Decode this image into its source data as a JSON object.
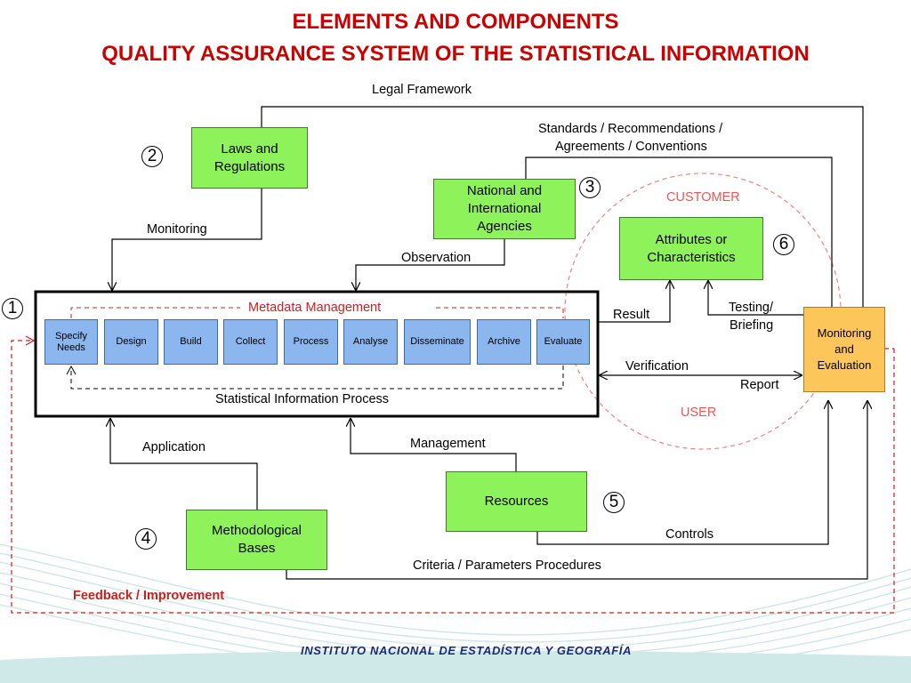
{
  "title": {
    "line1": "ELEMENTS AND COMPONENTS",
    "line2": "QUALITY ASSURANCE SYSTEM OF THE STATISTICAL INFORMATION"
  },
  "boxes": {
    "laws": "Laws and Regulations",
    "agencies": "National and International Agencies",
    "attributes": "Attributes or Characteristics",
    "monitoring": "Monitoring and Evaluation",
    "resources": "Resources",
    "methodological": "Methodological Bases"
  },
  "process_steps": [
    "Specify Needs",
    "Design",
    "Build",
    "Collect",
    "Process",
    "Analyse",
    "Disseminate",
    "Archive",
    "Evaluate"
  ],
  "process": {
    "metadata": "Metadata Management",
    "label": "Statistical Information Process"
  },
  "labels": {
    "legal_framework": "Legal Framework",
    "standards_1": "Standards / Recommendations /",
    "standards_2": "Agreements  / Conventions",
    "monitoring": "Monitoring",
    "observation": "Observation",
    "result": "Result",
    "testing_1": "Testing/",
    "testing_2": "Briefing",
    "verification": "Verification",
    "report": "Report",
    "application": "Application",
    "management": "Management",
    "controls": "Controls",
    "criteria": "Criteria / Parameters Procedures",
    "feedback": "Feedback / Improvement",
    "customer": "CUSTOMER",
    "user": "USER"
  },
  "numbers": {
    "n1": "1",
    "n2": "2",
    "n3": "3",
    "n4": "4",
    "n5": "5",
    "n6": "6"
  },
  "footer": "INSTITUTO NACIONAL  DE ESTADÍSTICA Y GEOGRAFÍA",
  "colors": {
    "title": "#cc0000",
    "box_green": "#8ef25a",
    "step_blue": "#8bb6ee",
    "monitoring_orange": "#fcc65a",
    "feedback_red": "#cc1f1f"
  }
}
